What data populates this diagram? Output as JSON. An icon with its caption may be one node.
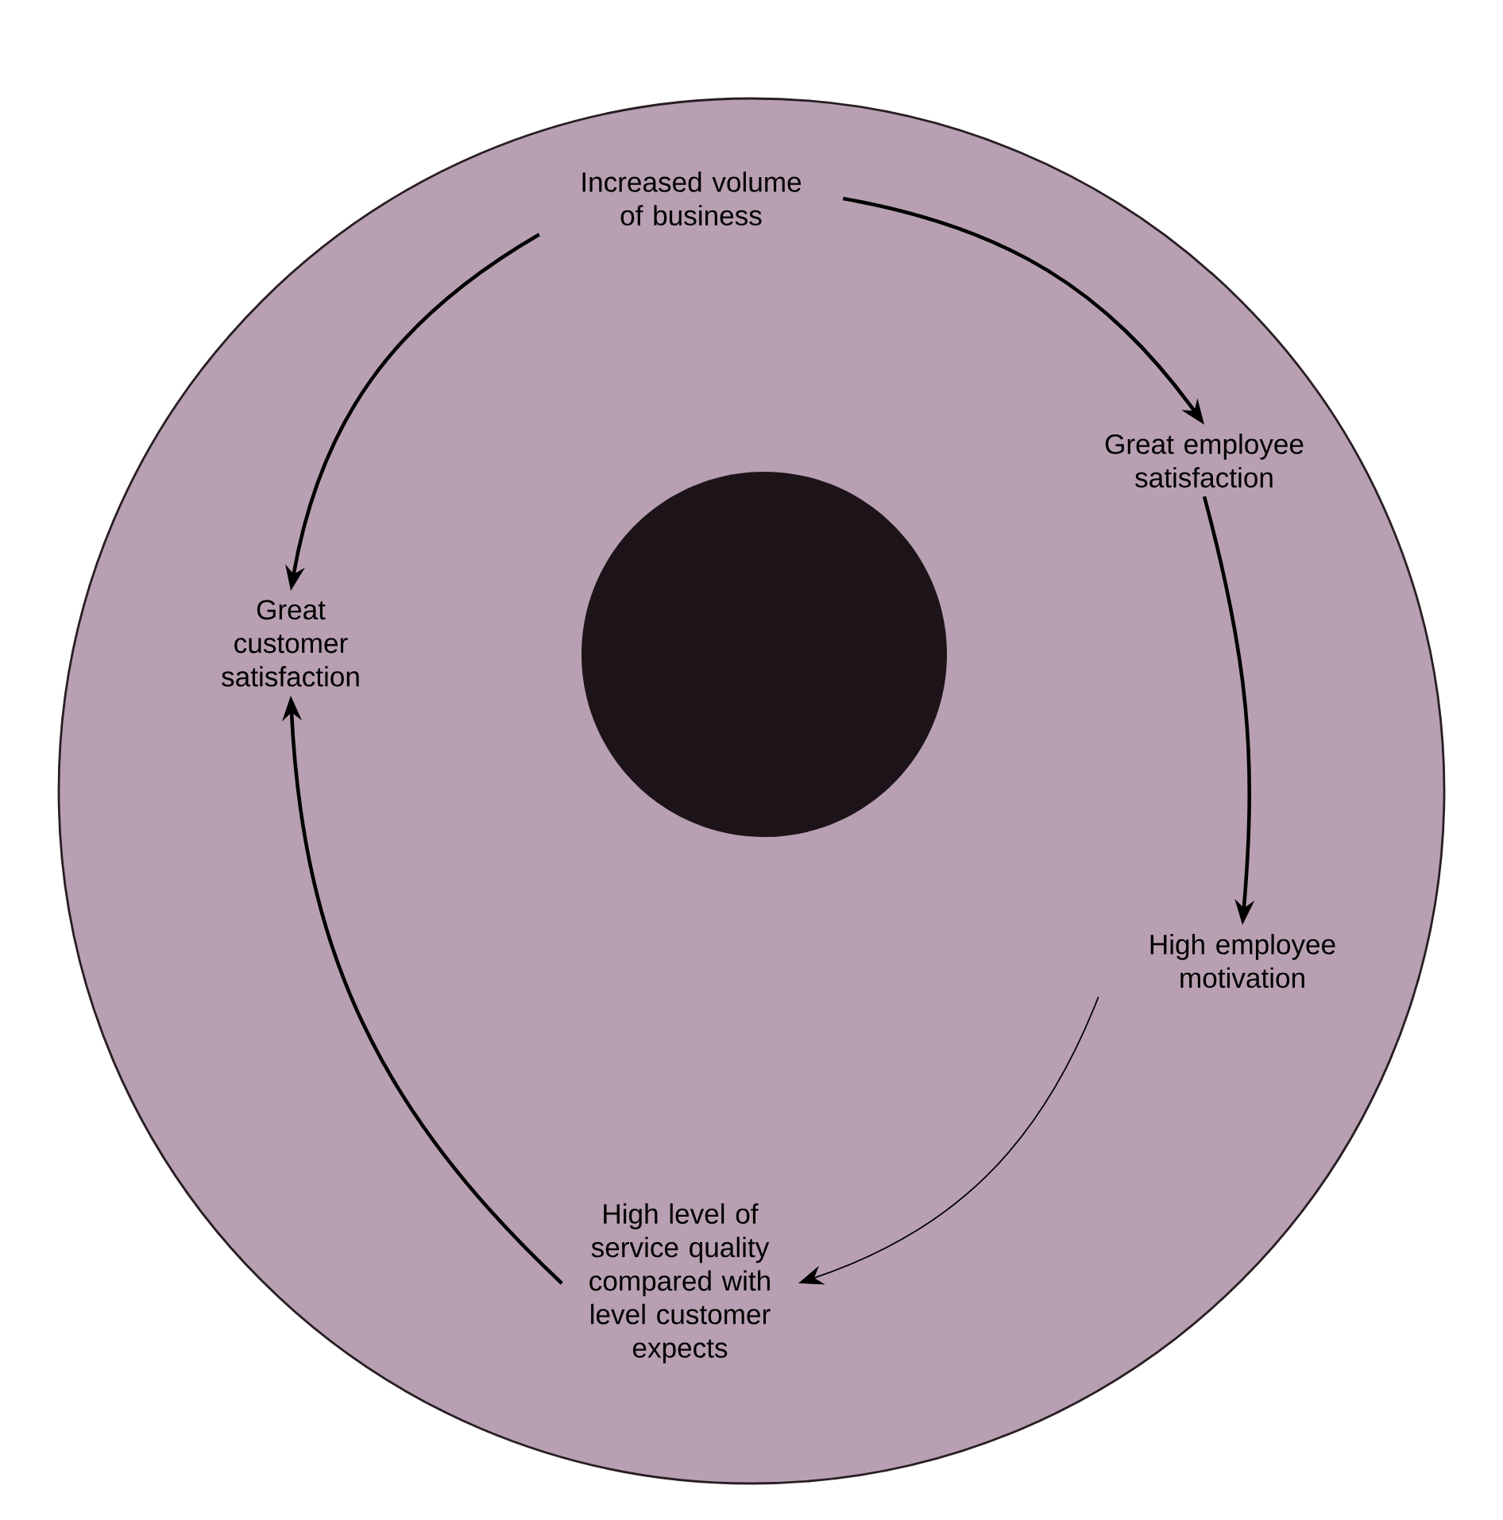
{
  "diagram": {
    "nodes": [
      {
        "text": [
          "Increased volume of business"
        ]
      },
      {
        "text": [
          "Great employee satisfaction"
        ]
      },
      {
        "text": [
          "High employee motivation"
        ]
      },
      {
        "text": [
          "High level of service quality compared with level customer expects"
        ]
      },
      {
        "text": [
          "Great customer satisfaction"
        ]
      },
      {
        "text": [],
        "shape": "circle"
      }
    ],
    "edges": [
      {
        "from": 0,
        "to": 1,
        "arrow": "to"
      },
      {
        "from": 1,
        "to": 2,
        "arrow": "to"
      },
      {
        "from": 2,
        "to": 3,
        "arrow": "to"
      },
      {
        "from": 3,
        "to": 4,
        "arrow": "to"
      },
      {
        "from": 0,
        "to": 4,
        "arrow": "to"
      }
    ]
  }
}
